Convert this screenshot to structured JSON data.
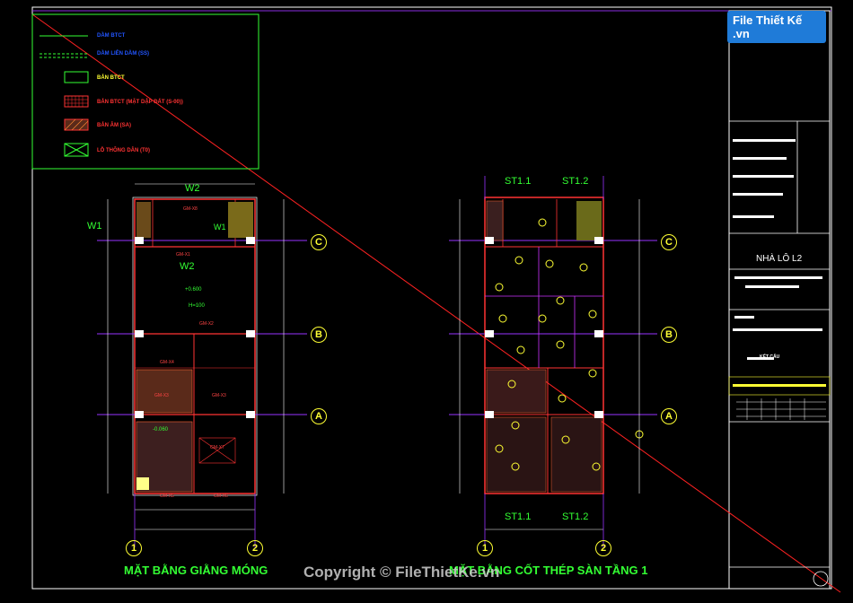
{
  "legend": {
    "items": [
      {
        "label": "DẦM BTCT",
        "color": "#2255ff"
      },
      {
        "label": "DẦM LIÊN DẦM (SS)",
        "color": "#2255ff"
      },
      {
        "label": "BẢN BTCT",
        "color": "#ffff33"
      },
      {
        "label": "BẢN BTCT (MẶT DẬP ĐẤT (S-00))",
        "color": "#ff3333"
      },
      {
        "label": "BẢN ÂM (SA)",
        "color": "#ff3333"
      },
      {
        "label": "LỖ THÔNG DÂN (T0)",
        "color": "#ff3333"
      }
    ]
  },
  "plan_left": {
    "wall_tags": [
      "W2",
      "W1",
      "W2",
      "W1"
    ],
    "title": "MẶT BẰNG GIẰNG MÓNG"
  },
  "plan_right": {
    "stair_tags_top": [
      "ST1.1",
      "ST1.2"
    ],
    "stair_tags_bottom": [
      "ST1.1",
      "ST1.2"
    ],
    "title": "MẶT BẰNG CỐT THÉP SÀN TẦNG 1"
  },
  "grid": {
    "rows": [
      "C",
      "B",
      "A"
    ],
    "cols": [
      "1",
      "2"
    ]
  },
  "title_block": {
    "project": "NHÀ LÔ L2",
    "section": "KẾT CẤU"
  },
  "logo": {
    "text": "File Thiết Kế .vn"
  },
  "watermark": {
    "text": "Copyright © FileThietKe.vn"
  }
}
